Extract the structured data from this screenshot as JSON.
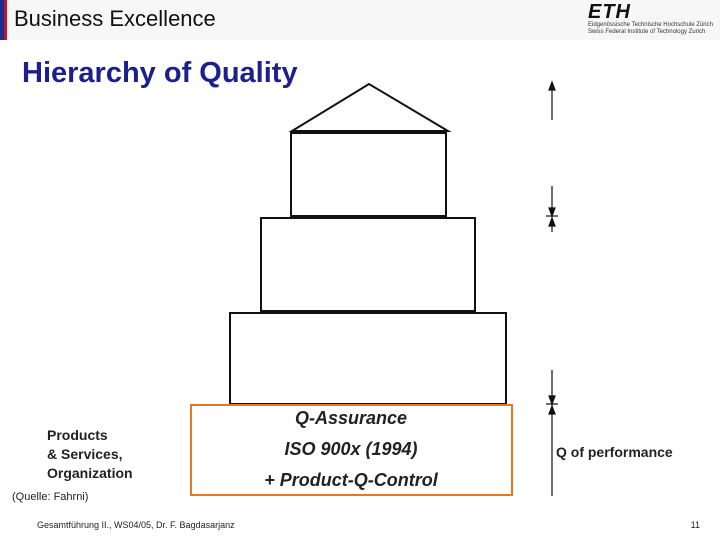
{
  "header": {
    "title": "Business Excellence"
  },
  "logo": {
    "mark": "ETH",
    "line1": "Eidgenössische Technische Hochschule Zürich",
    "line2": "Swiss Federal Institute of Technology Zurich"
  },
  "slide": {
    "title": "Hierarchy of Quality",
    "left_label": [
      "Products",
      "& Services,",
      "Organization"
    ],
    "base_lines": [
      "Q-Assurance",
      "ISO 900x (1994)",
      "+ Product-Q-Control"
    ],
    "right_label": "Q  of performance",
    "source": "(Quelle: Fahrni)"
  },
  "footer": {
    "left": "Gesamtführung II., WS04/05, Dr. F. Bagdasarjanz",
    "page": "11"
  },
  "colors": {
    "title": "#1c1f8f",
    "base_box_border": "#e87722"
  }
}
